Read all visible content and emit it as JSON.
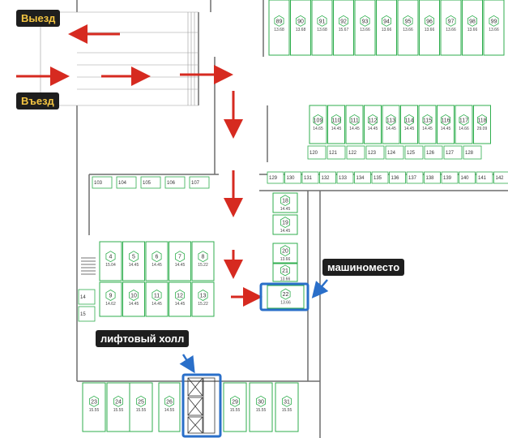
{
  "labels": {
    "exit": "Выезд",
    "entry": "Въезд",
    "parking_spot": "машиноместо",
    "elevator_hall": "лифтовый холл"
  },
  "colors": {
    "spot_green": "#2fae4e",
    "wall": "#6d6d6d",
    "arrow_red": "#d62a20",
    "highlight_blue": "#2a6fc9",
    "label_bg": "#1e1e1e",
    "label_yellow": "#f4c542"
  },
  "spots": {
    "top_row": [
      {
        "n": "89",
        "a": "13.68"
      },
      {
        "n": "90",
        "a": "13.68"
      },
      {
        "n": "91",
        "a": "13.68"
      },
      {
        "n": "92",
        "a": "15.67"
      },
      {
        "n": "93",
        "a": "13.66"
      },
      {
        "n": "94",
        "a": "13.66"
      },
      {
        "n": "95",
        "a": "13.66"
      },
      {
        "n": "96",
        "a": "13.66"
      },
      {
        "n": "97",
        "a": "13.66"
      },
      {
        "n": "98",
        "a": "13.66"
      },
      {
        "n": "99",
        "a": "13.66"
      }
    ],
    "upper_right_big": [
      {
        "n": "109",
        "a": "14.65"
      },
      {
        "n": "110",
        "a": "14.45"
      },
      {
        "n": "111",
        "a": "14.45"
      },
      {
        "n": "112",
        "a": "14.45"
      },
      {
        "n": "113",
        "a": "14.45"
      },
      {
        "n": "114",
        "a": "14.45"
      },
      {
        "n": "115",
        "a": "14.45"
      },
      {
        "n": "116",
        "a": "14.45"
      },
      {
        "n": "117",
        "a": "14.66"
      },
      {
        "n": "118",
        "a": "29.09"
      }
    ],
    "upper_right_small": [
      "120",
      "121",
      "122",
      "123",
      "124",
      "125",
      "126",
      "127",
      "128"
    ],
    "mid_right_small": [
      "129",
      "130",
      "131",
      "132",
      "133",
      "134",
      "135",
      "136",
      "137",
      "138",
      "139",
      "140",
      "141",
      "142"
    ],
    "left_small": [
      "103",
      "104",
      "105",
      "106",
      "107"
    ],
    "center_column": [
      {
        "n": "18",
        "a": "14.45"
      },
      {
        "n": "19",
        "a": "14.45"
      },
      {
        "n": "20",
        "a": "13.66"
      },
      {
        "n": "21",
        "a": "13.66"
      },
      {
        "n": "22",
        "a": "13.66"
      }
    ],
    "left_block_top": [
      {
        "n": "4",
        "a": "15.04"
      },
      {
        "n": "5",
        "a": "14.45"
      },
      {
        "n": "6",
        "a": "14.45"
      },
      {
        "n": "7",
        "a": "14.45"
      },
      {
        "n": "8",
        "a": "15.22"
      }
    ],
    "left_block_bottom": [
      {
        "n": "9",
        "a": "14.62"
      },
      {
        "n": "10",
        "a": "14.45"
      },
      {
        "n": "11",
        "a": "14.45"
      },
      {
        "n": "12",
        "a": "14.45"
      },
      {
        "n": "13",
        "a": "15.22"
      }
    ],
    "left_side": [
      "14",
      "15"
    ],
    "bottom_row": [
      {
        "n": "23",
        "a": "15.55"
      },
      {
        "n": "24",
        "a": "15.55"
      },
      {
        "n": "25",
        "a": "15.55"
      },
      {
        "n": "26",
        "a": "14.55"
      },
      {
        "n": "29",
        "a": "15.55"
      },
      {
        "n": "30",
        "a": "15.55"
      },
      {
        "n": "31",
        "a": "15.55"
      }
    ]
  }
}
